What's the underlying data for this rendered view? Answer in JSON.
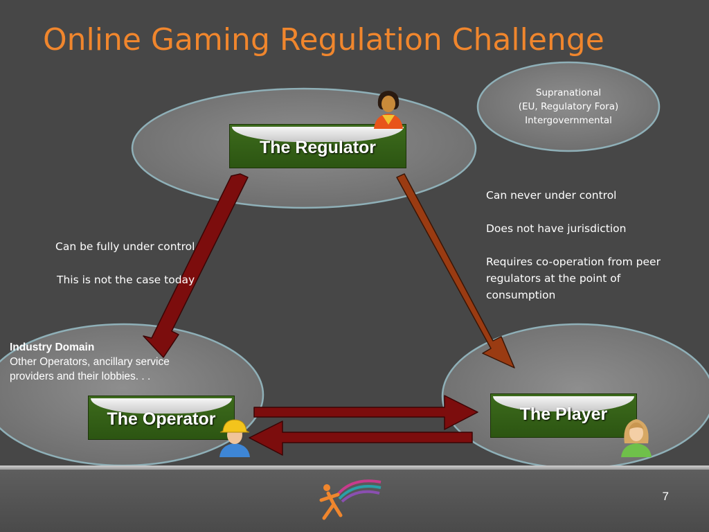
{
  "slide": {
    "title": "Online Gaming Regulation Challenge",
    "page_number": "7"
  },
  "diagram": {
    "nodes": {
      "regulator": "The Regulator",
      "operator": "The Operator",
      "player": "The Player"
    },
    "supranational": [
      "Supranational",
      "(EU, Regulatory Fora)",
      "Intergovernmental"
    ],
    "operator_notes": [
      "Can be fully under control",
      "This is not the case today"
    ],
    "player_notes": [
      "Can never under control",
      "Does not have jurisdiction",
      "Requires co-operation from peer regulators at the point of consumption"
    ],
    "industry": {
      "heading": "Industry Domain",
      "text": "Other Operators, ancillary service providers and their lobbies. . ."
    }
  },
  "icons": [
    "regulator-avatar-icon",
    "operator-avatar-icon",
    "player-avatar-icon",
    "runner-logo-icon"
  ]
}
